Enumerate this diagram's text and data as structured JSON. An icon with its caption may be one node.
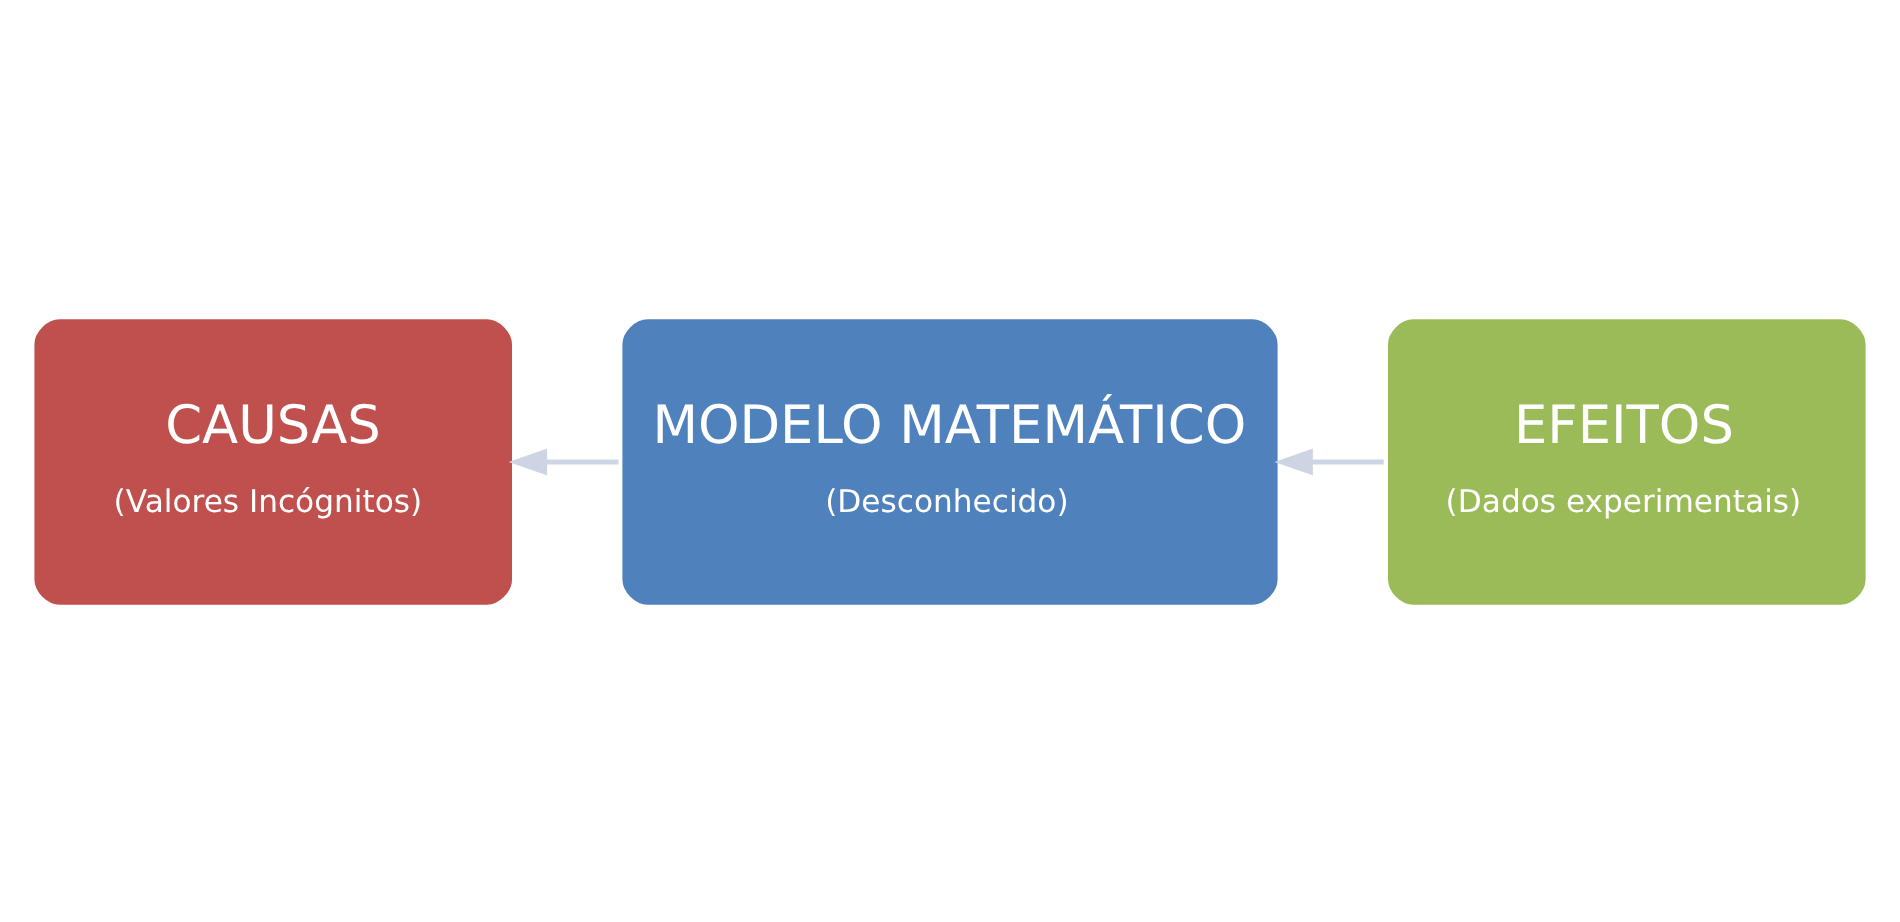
{
  "diagram": {
    "nodes": [
      {
        "text": [
          "CAUSAS",
          "(Valores Incógnitos)"
        ]
      },
      {
        "text": [
          "MODELO MATEMÁTICO",
          "(Desconhecido)"
        ]
      },
      {
        "text": [
          "EFEITOS",
          "(Dados experimentais)"
        ]
      }
    ],
    "edges": [
      {
        "from": 2,
        "to": 1,
        "arrow": "to"
      },
      {
        "from": 1,
        "to": 0,
        "arrow": "to"
      }
    ]
  }
}
